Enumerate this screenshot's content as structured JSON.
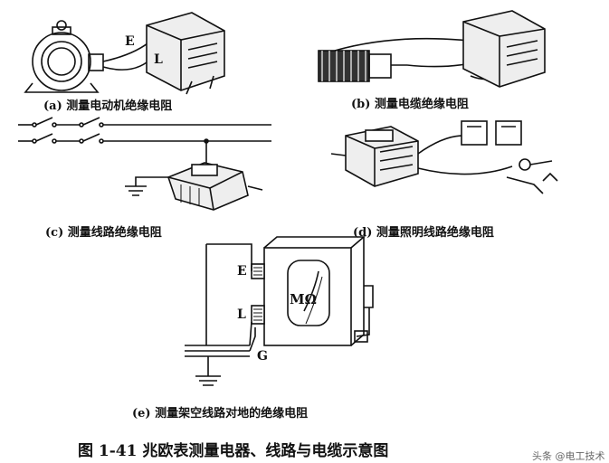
{
  "panels": {
    "a": {
      "caption": "(a)  测量电动机绝缘电阻",
      "label_e": "E",
      "label_l": "L"
    },
    "b": {
      "caption": "(b)  测量电缆绝缘电阻"
    },
    "c": {
      "caption": "(c)  测量线路绝缘电阻"
    },
    "d": {
      "caption": "(d)  测量照明线路绝缘电阻"
    },
    "e": {
      "caption": "(e)  测量架空线路对地的绝缘电阻",
      "label_e": "E",
      "label_l": "L",
      "label_g": "G",
      "meter_unit": "MΩ"
    }
  },
  "figure_title": "图 1-41    兆欧表测量电器、线路与电缆示意图",
  "watermark": "头条 @电工技术"
}
